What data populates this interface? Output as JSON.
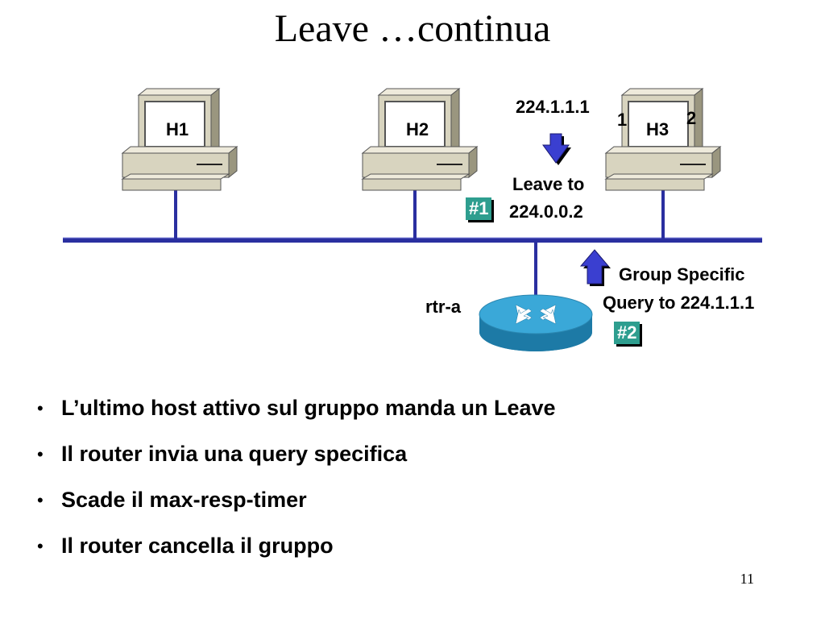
{
  "slide": {
    "title": "Leave …continua",
    "page_number": "11"
  },
  "hosts": [
    {
      "label": "H1"
    },
    {
      "label": "H2"
    },
    {
      "label": "H3"
    }
  ],
  "h3_behind_text": {
    "left": "224.1.1.1",
    "mid": "1",
    "right": "2"
  },
  "router": {
    "label": "rtr-a"
  },
  "step1": {
    "badge": "#1",
    "line1": "Leave to",
    "line2": "224.0.0.2"
  },
  "step2": {
    "badge": "#2",
    "line1": "Group Specific",
    "line2": "Query to 224.1.1.1"
  },
  "bullets": [
    "L’ultimo host attivo sul gruppo manda un Leave",
    "Il router invia una query specifica",
    "Scade il max-resp-timer",
    "Il router cancella il gruppo"
  ],
  "colors": {
    "ethernet": "#2a2fa0",
    "arrow": "#3a3fd0",
    "badge": "#2e9e8f",
    "router": "#2f9cc8",
    "pc_beige": "#d8d4bf"
  }
}
